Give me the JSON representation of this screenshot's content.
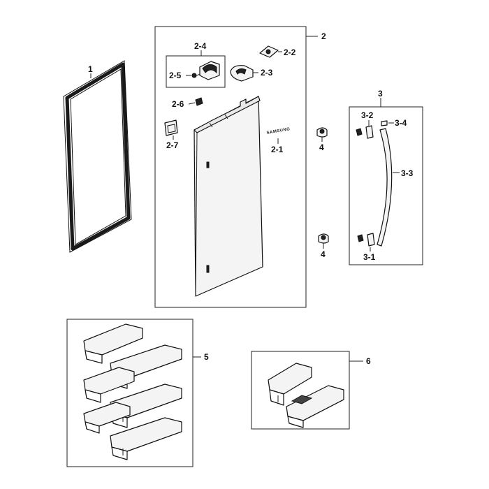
{
  "callouts": {
    "c1": "1",
    "c2": "2",
    "c2_1": "2-1",
    "c2_2": "2-2",
    "c2_3": "2-3",
    "c2_4": "2-4",
    "c2_5": "2-5",
    "c2_6": "2-6",
    "c2_7": "2-7",
    "c3": "3",
    "c3_1": "3-1",
    "c3_2": "3-2",
    "c3_3": "3-3",
    "c3_4": "3-4",
    "c4a": "4",
    "c4b": "4",
    "c5": "5",
    "c6": "6"
  },
  "door_logo": "SAMSUNG"
}
